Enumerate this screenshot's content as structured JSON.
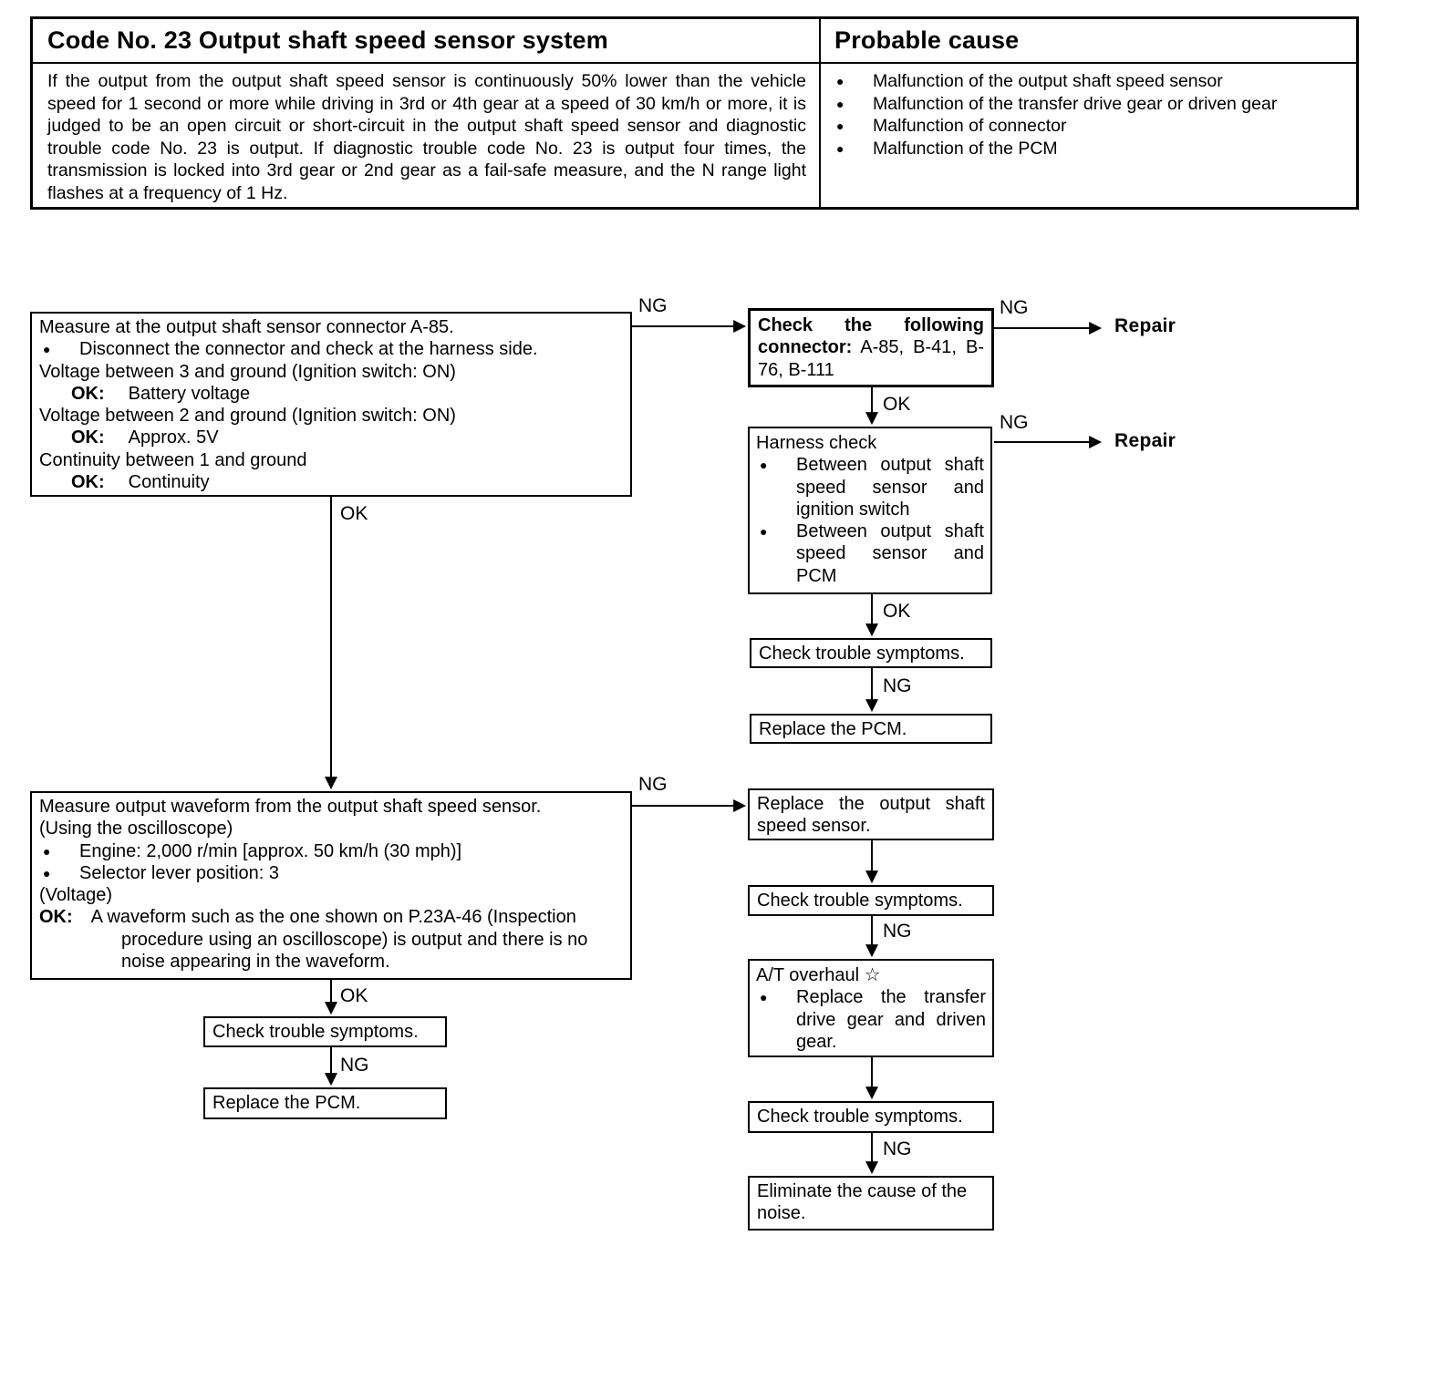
{
  "dtc_table": {
    "code_title": "Code No. 23 Output shaft speed sensor system",
    "cause_title": "Probable cause",
    "bullet": "●",
    "description": "If the output from the output shaft speed sensor is continuously 50% lower than the vehicle speed for 1 second or more while driving in 3rd or 4th gear at a speed of 30 km/h or more, it is judged to be an open circuit or short-circuit in the output shaft speed sensor and diagnostic trouble code No. 23 is output. If diagnostic trouble code No. 23 is output four times, the transmission is locked into 3rd gear or 2nd gear as a fail-safe measure, and the N range light flashes at a frequency of 1 Hz.",
    "causes": [
      "Malfunction of the output shaft speed sensor",
      "Malfunction of the transfer drive gear or driven gear",
      "Malfunction of connector",
      "Malfunction of the PCM"
    ]
  },
  "flow": {
    "bullet": "●",
    "labels": {
      "ng": "NG",
      "ok": "OK",
      "repair": "Repair"
    },
    "measure_connector": {
      "l1": "Measure at the output shaft sensor connector A-85.",
      "b1": "Disconnect the connector and check at the harness side.",
      "l2": "Voltage between 3 and ground (Ignition switch: ON)",
      "ok_label": "OK:",
      "ok1": "Battery voltage",
      "l3": "Voltage between 2 and ground (Ignition switch: ON)",
      "ok2": "Approx. 5V",
      "l4": "Continuity between 1 and ground",
      "ok3": "Continuity"
    },
    "check_connector": {
      "bold": "Check the following connector:",
      "rest": "A-85, B-41, B-76, B-111"
    },
    "harness": {
      "title": "Harness check",
      "b1": "Between output shaft speed sensor and ignition switch",
      "b2": "Between output shaft speed sensor and PCM"
    },
    "cts": "Check trouble symptoms.",
    "replace_pcm": "Replace the PCM.",
    "measure_waveform": {
      "l1": "Measure output waveform from the output shaft speed sensor.",
      "l2": "(Using the oscilloscope)",
      "b1": "Engine: 2,000 r/min [approx. 50 km/h (30 mph)]",
      "b2": "Selector lever position: 3",
      "l3": "(Voltage)",
      "ok_label": "OK:",
      "ok_text": "A waveform such as the one shown on P.23A-46 (Inspection procedure using an oscilloscope) is output and there is no noise appearing in the waveform."
    },
    "replace_sensor": "Replace the output shaft speed sensor.",
    "at_overhaul": {
      "title": "A/T overhaul",
      "star": "☆",
      "bullet": "Replace the transfer drive gear and driven gear."
    },
    "eliminate": "Eliminate the cause of the noise."
  }
}
